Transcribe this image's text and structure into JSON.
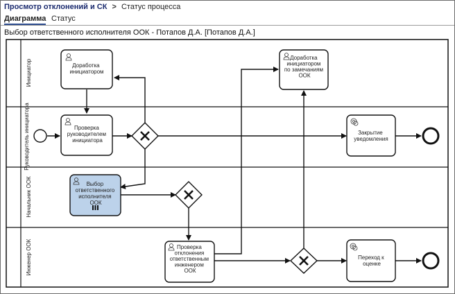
{
  "breadcrumb": {
    "root": "Просмотр отклонений и СК",
    "separator": ">",
    "current": "Статус процесса"
  },
  "tabs": [
    {
      "label": "Диаграмма",
      "active": true
    },
    {
      "label": "Статус",
      "active": false
    }
  ],
  "subtitle": "Выбор ответственного исполнителя ООК - Потапов Д.А. [Потапов Д.А.]",
  "lanes": [
    {
      "label": "Инициатор"
    },
    {
      "label": "Руководитель инициатора"
    },
    {
      "label": "Начальник ООК"
    },
    {
      "label": "Инженер ООК"
    }
  ],
  "tasks": {
    "rework_initiator": {
      "lines": [
        "Доработка",
        "инициатором"
      ],
      "icon": "user-task-icon"
    },
    "rework_by_remarks": {
      "lines": [
        "Доработка",
        "инициатором",
        "по замечаниям",
        "ООК"
      ],
      "icon": "user-task-icon"
    },
    "check_head": {
      "lines": [
        "Проверка",
        "руководителем",
        "инициатора"
      ],
      "icon": "user-task-icon"
    },
    "close_notice": {
      "lines": [
        "Закрытие",
        "уведомления"
      ],
      "icon": "service-task-icon"
    },
    "choose_executor": {
      "lines": [
        "Выбор",
        "ответственного",
        "исполнителя",
        "ООК"
      ],
      "icon": "user-task-icon",
      "state": "active"
    },
    "check_deviation": {
      "lines": [
        "Проверка",
        "отклонения",
        "ответственным",
        "инженером",
        "ООК"
      ],
      "icon": "user-task-icon"
    },
    "to_evaluation": {
      "lines": [
        "Переход к",
        "оценке"
      ],
      "icon": "service-task-icon"
    }
  },
  "colors": {
    "active_task_fill": "#bcd2ea",
    "link": "#1a2a6e"
  }
}
